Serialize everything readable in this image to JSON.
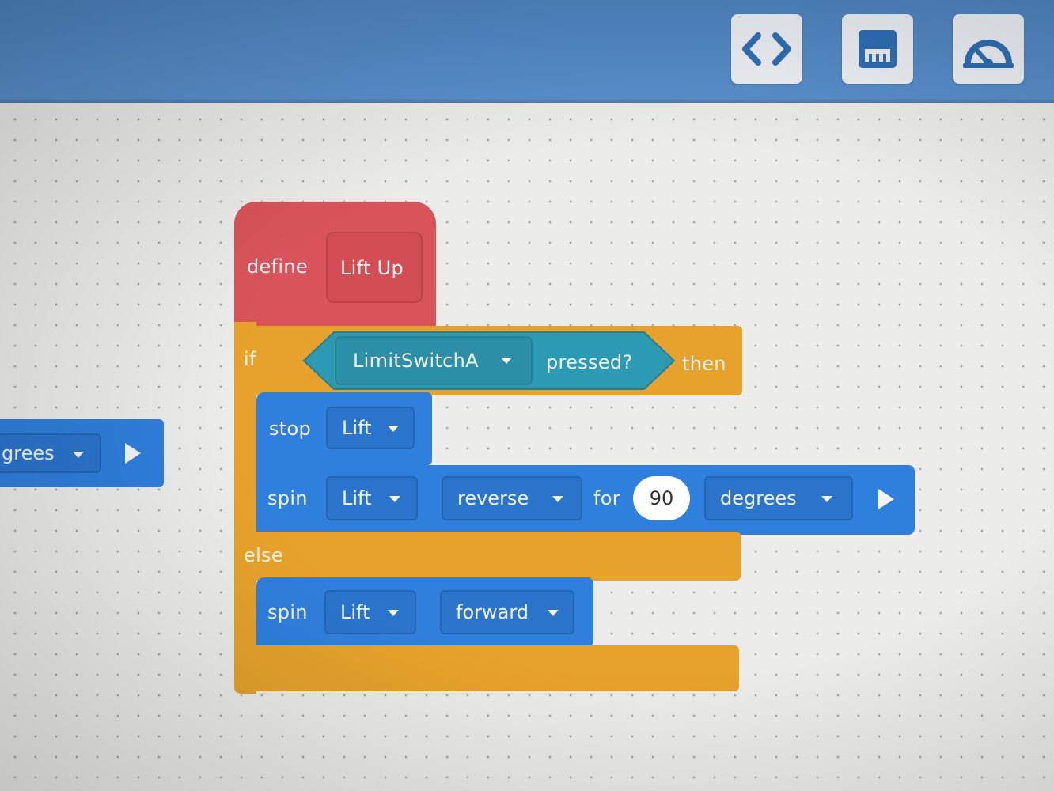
{
  "toolbar": {
    "code_button": "code-icon",
    "devices_button": "brain-port-icon",
    "dashboard_button": "dashboard-gauge-icon"
  },
  "colors": {
    "header": "#5a90cc",
    "motion": "#2f7fdc",
    "control": "#e6a22b",
    "myblocks": "#d9545a",
    "sensing": "#2d9ab3"
  },
  "left_block": {
    "dropdown": "grees",
    "run_icon": "play-icon"
  },
  "define_block": {
    "keyword": "define",
    "name": "Lift Up"
  },
  "if_block": {
    "if_label": "if",
    "then_label": "then",
    "else_label": "else",
    "condition": {
      "device": "LimitSwitchA",
      "state": "pressed?"
    }
  },
  "stop_block": {
    "verb": "stop",
    "motor": "Lift"
  },
  "spin_for_block": {
    "verb": "spin",
    "motor": "Lift",
    "direction": "reverse",
    "for_label": "for",
    "amount": "90",
    "unit": "degrees",
    "run_icon": "play-icon"
  },
  "spin_block": {
    "verb": "spin",
    "motor": "Lift",
    "direction": "forward"
  }
}
